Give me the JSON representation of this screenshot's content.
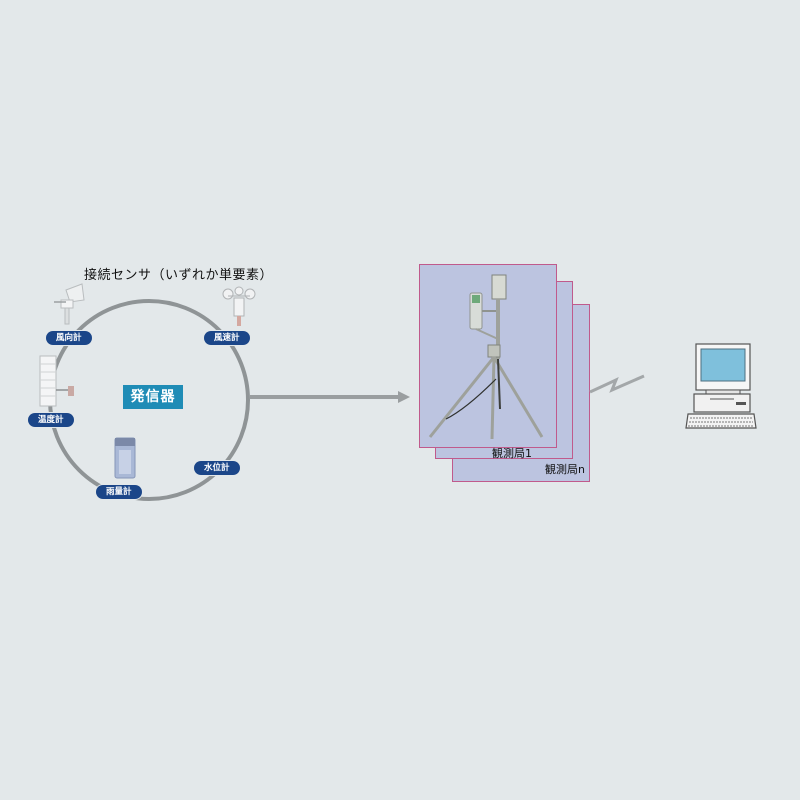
{
  "diagram": {
    "sensor_group_title": "接続センサ（いずれか単要素）",
    "transmitter_label": "発信器",
    "sensors": [
      {
        "label": "風向計",
        "icon": "wind-vane-icon"
      },
      {
        "label": "風速計",
        "icon": "anemometer-icon"
      },
      {
        "label": "温度計",
        "icon": "thermometer-shelter-icon"
      },
      {
        "label": "雨量計",
        "icon": "rain-gauge-icon"
      },
      {
        "label": "水位計",
        "icon": "water-level-icon"
      }
    ],
    "stations": [
      {
        "label": "観測局1"
      },
      {
        "label": "観測局n"
      }
    ],
    "colors": {
      "background": "#e3e8ea",
      "pill": "#1b4689",
      "transmitter": "#1f8cb6",
      "station_card": "#bcc4e0",
      "station_border": "#c05a8c"
    }
  }
}
